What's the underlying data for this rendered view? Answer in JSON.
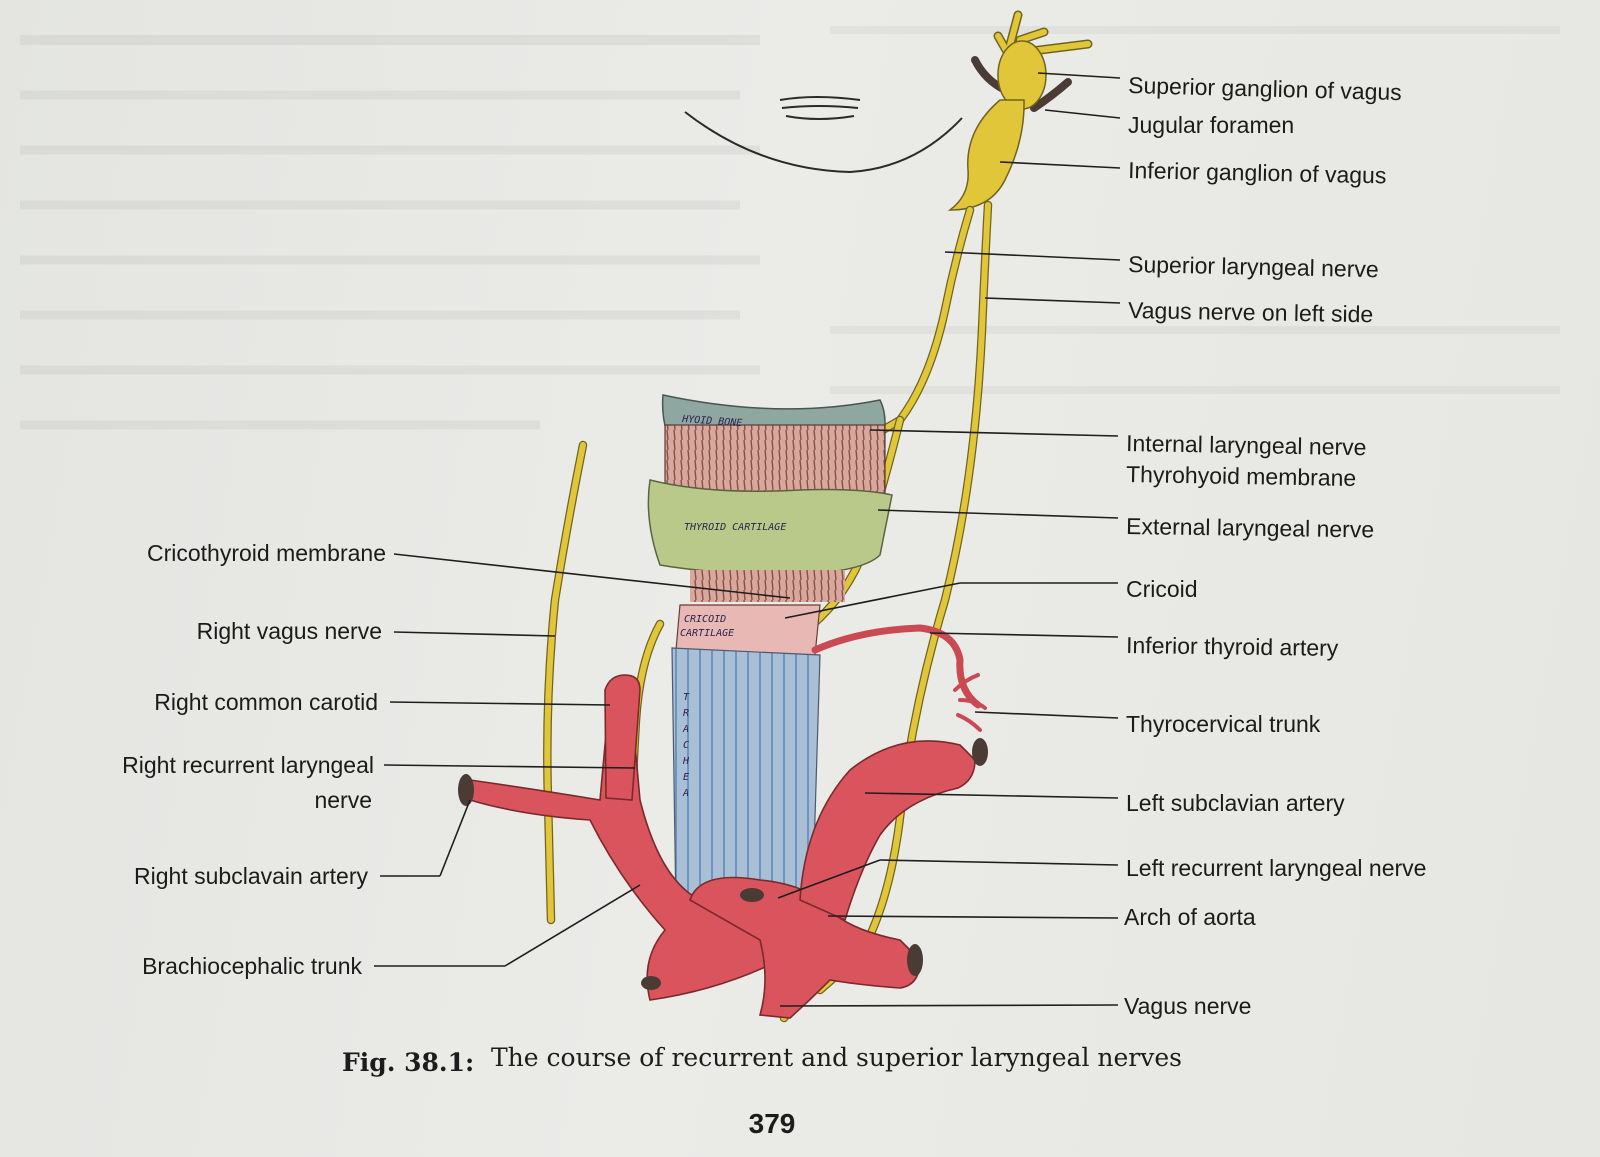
{
  "figure": {
    "caption_number": "Fig. 38.1:",
    "caption_text": "The course of recurrent and superior laryngeal nerves",
    "page_number": "379"
  },
  "drawing_labels": {
    "hyoid": "HYOID BONE",
    "thyroid": "THYROID CARTILAGE",
    "cricoid_1": "CRICOID",
    "cricoid_2": "CARTILAGE",
    "trachea": [
      "T",
      "R",
      "A",
      "C",
      "H",
      "E",
      "A"
    ]
  },
  "labels_right": [
    "Superior ganglion of vagus",
    "Jugular foramen",
    "Inferior ganglion of vagus",
    "Superior laryngeal nerve",
    "Vagus nerve on left side",
    "Internal laryngeal nerve",
    "Thyrohyoid membrane",
    "External laryngeal nerve",
    "Cricoid",
    "Inferior thyroid artery",
    "Thyrocervical trunk",
    "Left subclavian artery",
    "Left recurrent laryngeal nerve",
    "Arch of aorta",
    "Vagus nerve"
  ],
  "labels_left": [
    "Cricothyroid membrane",
    "Right vagus nerve",
    "Right common carotid",
    "Right recurrent laryngeal",
    "nerve",
    "Right subclavain artery",
    "Brachiocephalic trunk"
  ],
  "colors": {
    "nerve": "#e2c63a",
    "artery": "#d9545d",
    "hyoid": "#c98f84",
    "thyroid": "#b9c98a",
    "trachea": "#a9bfd6"
  }
}
